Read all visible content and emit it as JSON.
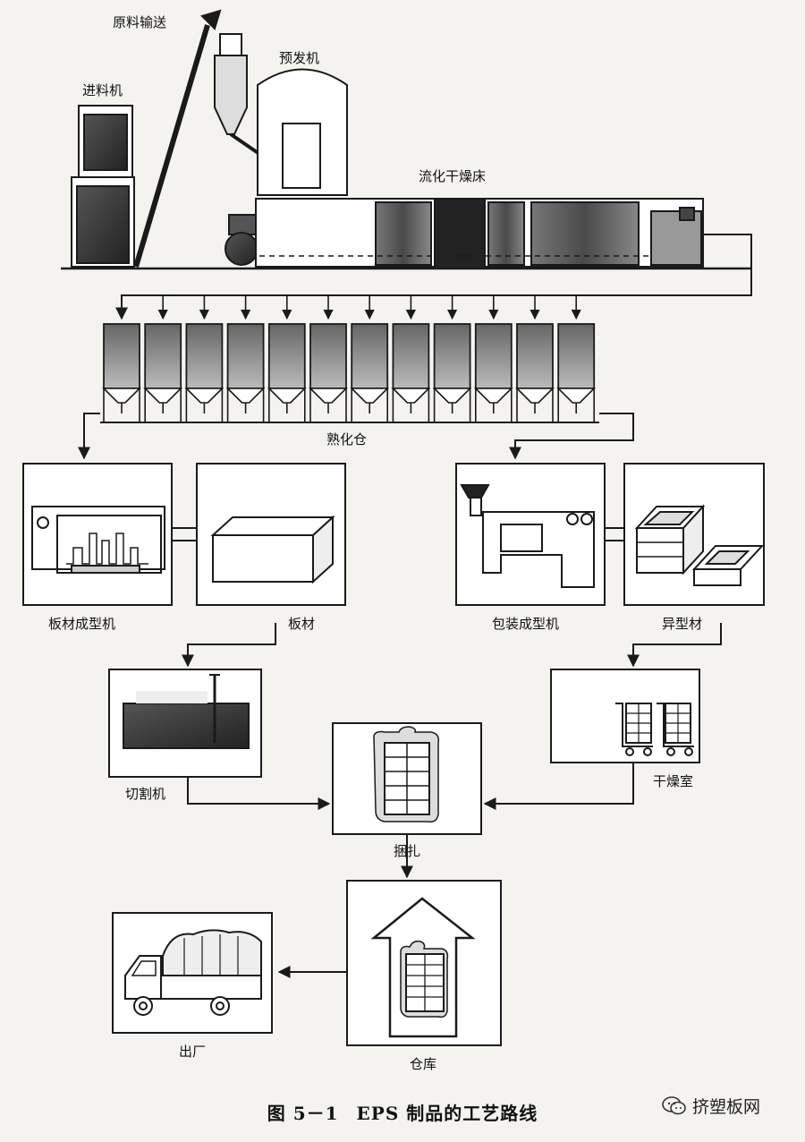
{
  "labels": {
    "feeder": "进料机",
    "conveyor": "原料输送",
    "preexpander": "预发机",
    "fluid_bed": "流化干燥床",
    "aging_silo": "熟化仓",
    "board_molder": "板材成型机",
    "board": "板材",
    "package_molder": "包装成型机",
    "shaped_part": "异型材",
    "cutter": "切割机",
    "drying_room": "干燥室",
    "bundling": "捆扎",
    "warehouse": "仓库",
    "shipping": "出厂"
  },
  "caption": {
    "figure_no": "图 5－1",
    "title": "EPS 制品的工艺路线"
  },
  "watermark": {
    "text": "挤塑板网",
    "icon": "wechat-icon"
  },
  "silo_count": 12,
  "colors": {
    "line": "#1a1a1a",
    "dark_fill": "#3a3a3a",
    "mid_fill": "#6a6a6a",
    "background": "#f4f3ef"
  }
}
